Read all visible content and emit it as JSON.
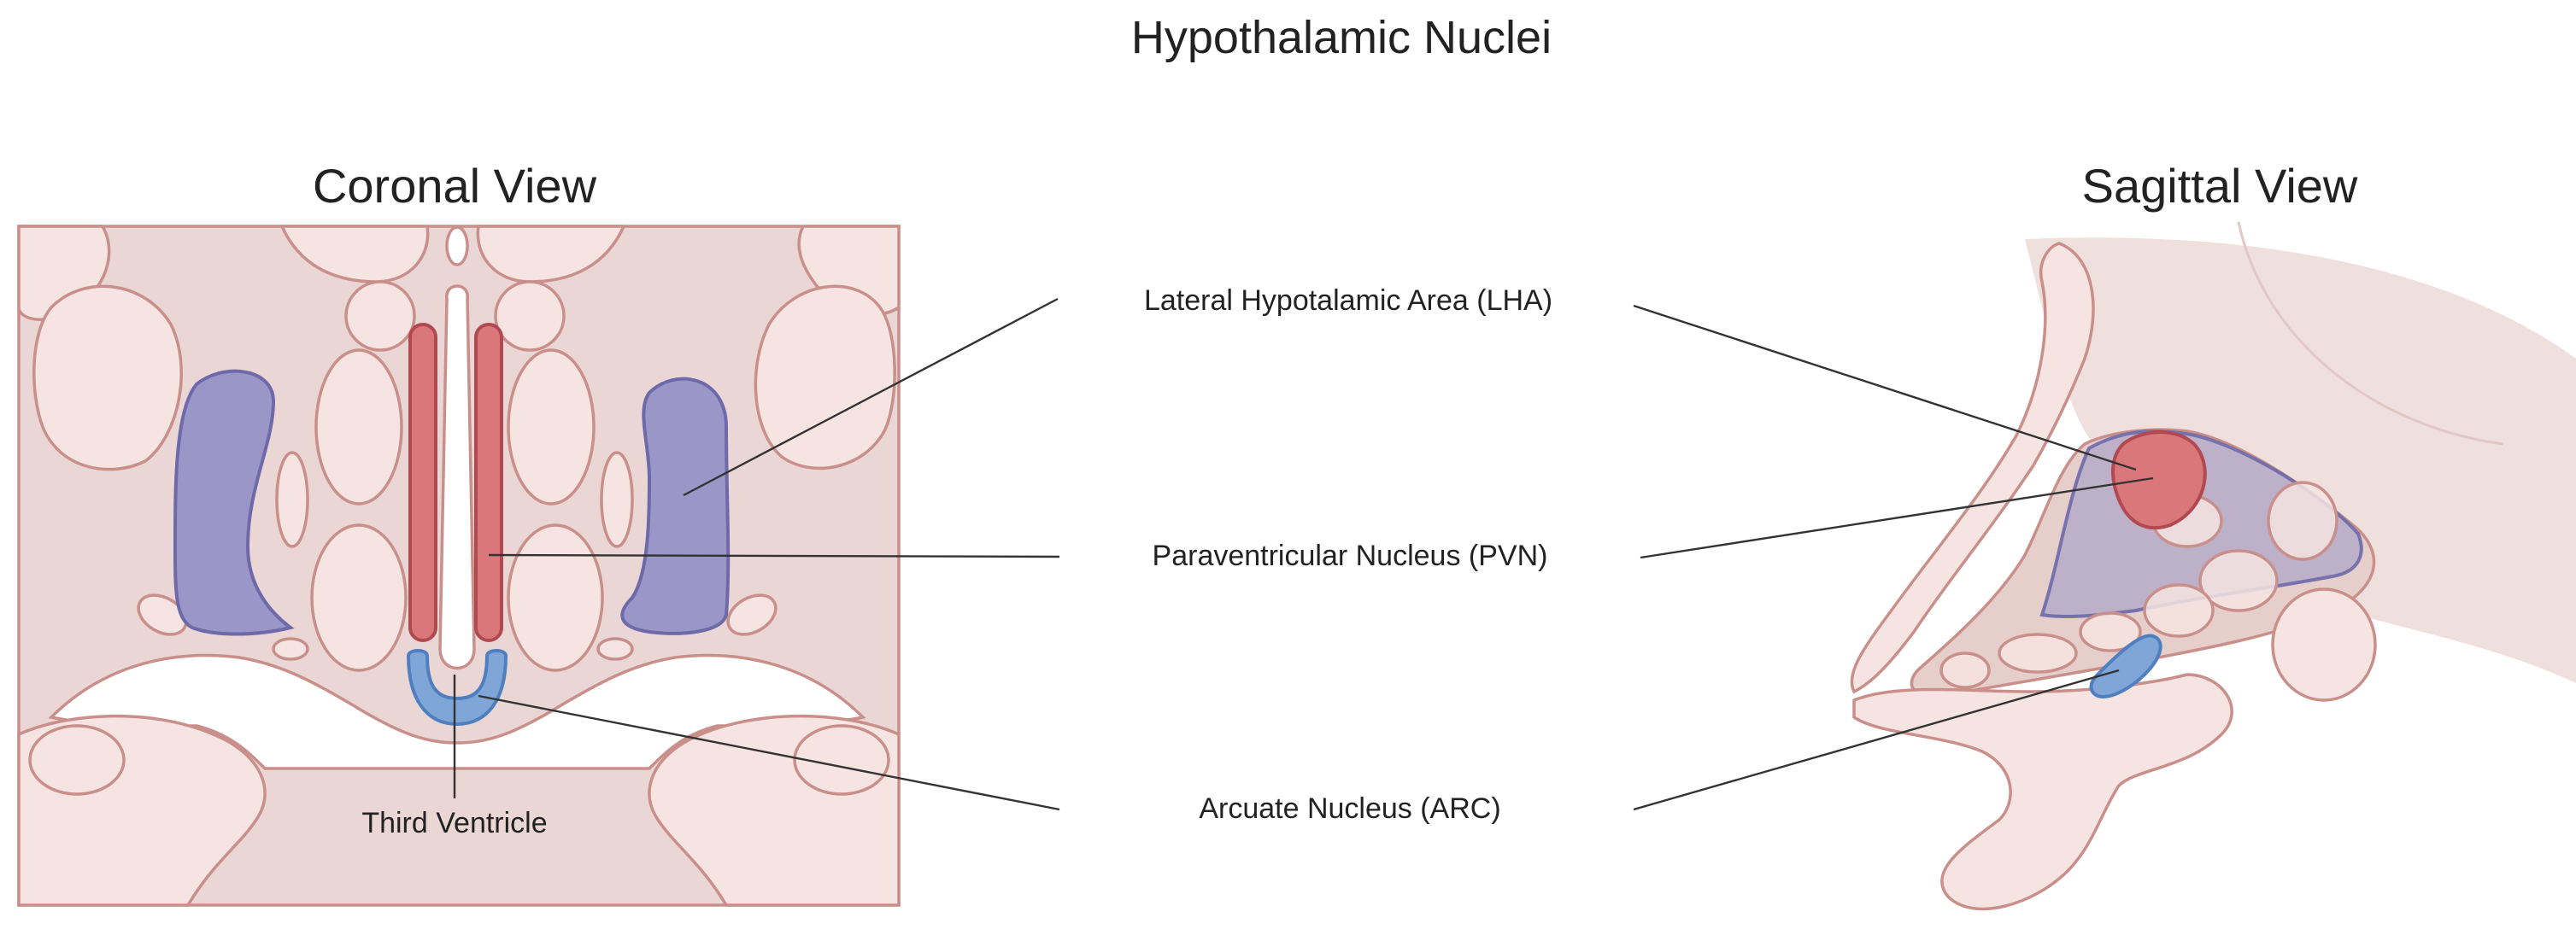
{
  "title": "Hypothalamic Nuclei",
  "views": {
    "coronal": "Coronal View",
    "sagittal": "Sagittal View"
  },
  "labels": {
    "lha": "Lateral Hypotalamic Area (LHA)",
    "pvn": "Paraventricular Nucleus (PVN)",
    "arc": "Arcuate Nucleus (ARC)",
    "third_ventricle": "Third Ventricle"
  },
  "colors": {
    "lha": "#9a97c8",
    "pvn": "#d9777b",
    "arc": "#7fa6d6",
    "tissue": "#ead6d4"
  }
}
